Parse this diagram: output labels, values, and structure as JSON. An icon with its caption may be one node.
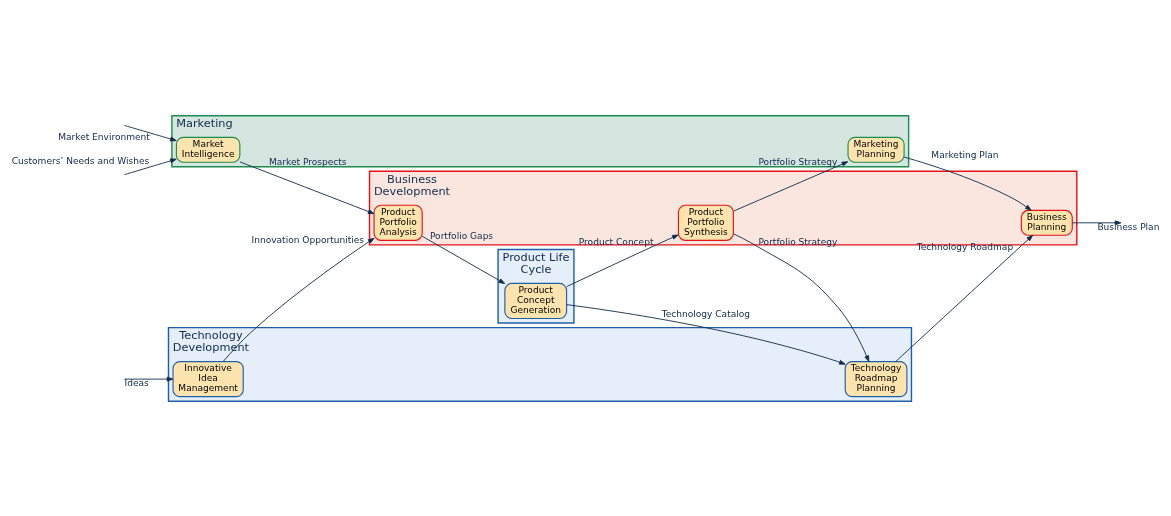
{
  "diagram": {
    "nodes": [
      {
        "text": [
          "Marketing"
        ]
      },
      {
        "text": [
          "Market Intelligence"
        ],
        "in": 0
      },
      {
        "text": [
          "Marketing Planning"
        ],
        "in": 0
      },
      {
        "text": [
          "Business Development"
        ]
      },
      {
        "text": [
          "Product Portfolio Analysis"
        ],
        "in": 3
      },
      {
        "text": [
          "Product Portfolio Synthesis"
        ],
        "in": 3
      },
      {
        "text": [
          "Business Planning"
        ],
        "in": 3
      },
      {
        "text": [
          "Product Life Cycle"
        ]
      },
      {
        "text": [
          "Product Concept Generation"
        ],
        "in": 7
      },
      {
        "text": [
          "Technology Development"
        ]
      },
      {
        "text": [
          "Innovative Idea Management"
        ],
        "in": 9
      },
      {
        "text": [
          "Technology Roadmap Planning"
        ],
        "in": 9
      }
    ],
    "edges": [
      {
        "from": null,
        "to": 1,
        "arrow": "to",
        "label": "Customers’ Needs and Wishes"
      },
      {
        "from": null,
        "to": 1,
        "arrow": "to",
        "label": "Market Environment"
      },
      {
        "from": null,
        "to": 10,
        "arrow": "to",
        "label": "Ideas"
      },
      {
        "from": 1,
        "to": 4,
        "arrow": "to",
        "label": "Market Prospects"
      },
      {
        "from": 10,
        "to": 4,
        "arrow": "to",
        "label": "Innovation Opportunities"
      },
      {
        "from": 4,
        "to": 8,
        "arrow": "to",
        "label": "Portfolio Gaps"
      },
      {
        "from": 8,
        "to": 5,
        "arrow": "to",
        "label": "Product Concept"
      },
      {
        "from": 8,
        "to": 11,
        "arrow": "to",
        "label": "Technology Catalog"
      },
      {
        "from": 5,
        "to": 2,
        "arrow": "to",
        "label": "Portfolio Strategy"
      },
      {
        "from": 5,
        "to": 11,
        "arrow": "to",
        "label": "Portfolio Strategy"
      },
      {
        "from": 2,
        "to": 6,
        "arrow": "to",
        "label": "Marketing Plan"
      },
      {
        "from": 11,
        "to": 6,
        "arrow": "to",
        "label": "Technology Roadmap"
      },
      {
        "from": 6,
        "to": null,
        "arrow": "to",
        "label": "Business Plan"
      }
    ]
  }
}
